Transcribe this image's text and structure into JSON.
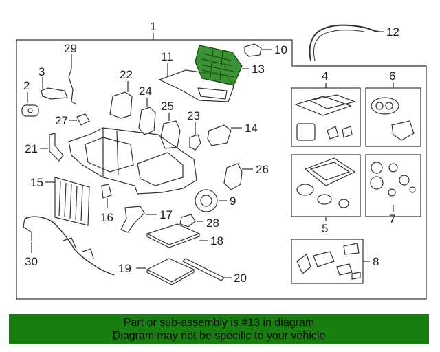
{
  "diagram": {
    "callouts": {
      "c1": "1",
      "c2": "2",
      "c3": "3",
      "c4": "4",
      "c5": "5",
      "c6": "6",
      "c7": "7",
      "c8": "8",
      "c9": "9",
      "c10": "10",
      "c12": "12",
      "c13": "13",
      "c14": "14",
      "c15": "15",
      "c16": "16",
      "c17": "17",
      "c18": "18",
      "c19": "19",
      "c20": "20",
      "c21": "21",
      "c22": "22",
      "c23": "23",
      "c24": "24",
      "c25": "25",
      "c26": "26",
      "c27": "27",
      "c28": "28",
      "c29": "29",
      "c30": "30",
      "c11": "11"
    },
    "highlight_part": "13",
    "highlight_color": "#1a7d12",
    "banner_color": "#1a7d12"
  },
  "banner": {
    "line1": "Part or sub-assembly is #13 in diagram",
    "line2": "Diagram may not be specific to your vehicle"
  }
}
